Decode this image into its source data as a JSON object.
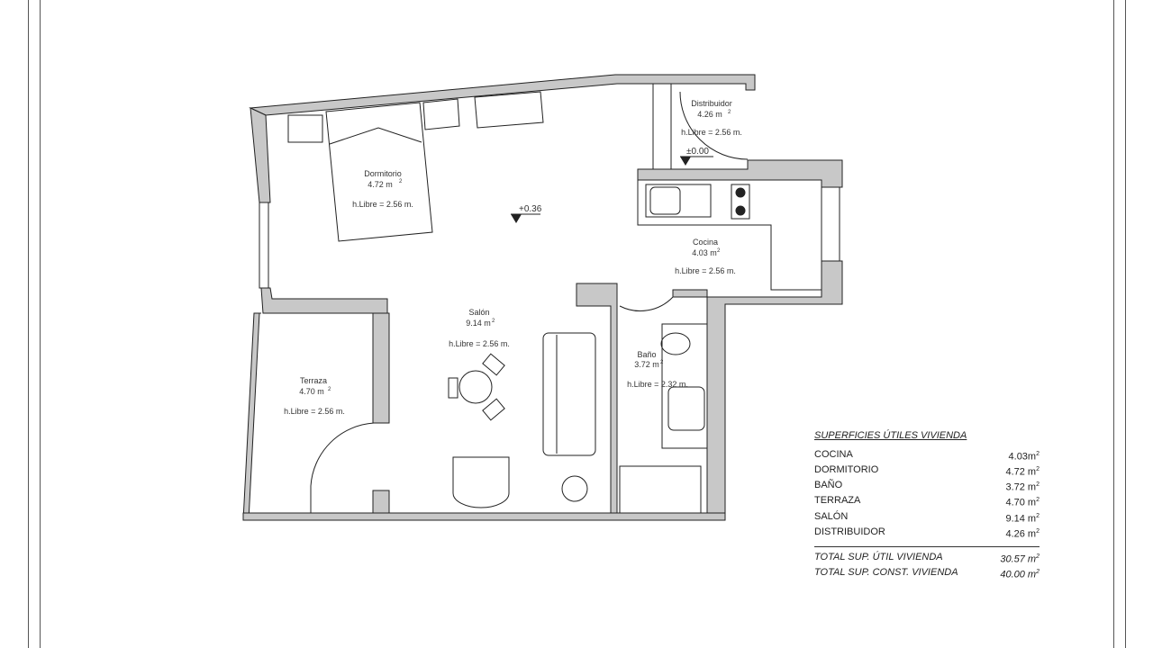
{
  "rooms": {
    "dormitorio": {
      "name": "Dormitorio",
      "area": "4.72  m",
      "height": "h.Libre = 2.56 m."
    },
    "distribuidor": {
      "name": "Distribuidor",
      "area": "4.26 m",
      "height": "h.Libre = 2.56 m."
    },
    "cocina": {
      "name": "Cocina",
      "area": "4.03 m",
      "height": "h.Libre = 2.56 m."
    },
    "salon": {
      "name": "Salón",
      "area": "9.14 m",
      "height": "h.Libre = 2.56 m."
    },
    "bano": {
      "name": "Baño",
      "area": "3.72 m",
      "height": "h.Libre = 2.32 m."
    },
    "terraza": {
      "name": "Terraza",
      "area": "4.70  m",
      "height": "h.Libre = 2.56 m."
    }
  },
  "levels": {
    "main": "+0.36",
    "entry": "±0.00"
  },
  "summary": {
    "title": "SUPERFICIES ÚTILES  VIVIENDA",
    "rows": [
      {
        "label": "COCINA",
        "value": "4.03m"
      },
      {
        "label": "DORMITORIO",
        "value": "4.72 m"
      },
      {
        "label": "BAÑO",
        "value": "3.72 m"
      },
      {
        "label": "TERRAZA",
        "value": "4.70 m"
      },
      {
        "label": "SALÓN",
        "value": "9.14 m"
      },
      {
        "label": "DISTRIBUIDOR",
        "value": "4.26 m"
      }
    ],
    "total_util": {
      "label": "TOTAL SUP. ÚTIL  VIVIENDA",
      "value": "30.57 m"
    },
    "total_const": {
      "label": "TOTAL SUP. CONST.  VIVIENDA",
      "value": "40.00 m"
    },
    "unit_exp": "2"
  },
  "colors": {
    "wall": "#c8c8c8",
    "line": "#222222"
  }
}
